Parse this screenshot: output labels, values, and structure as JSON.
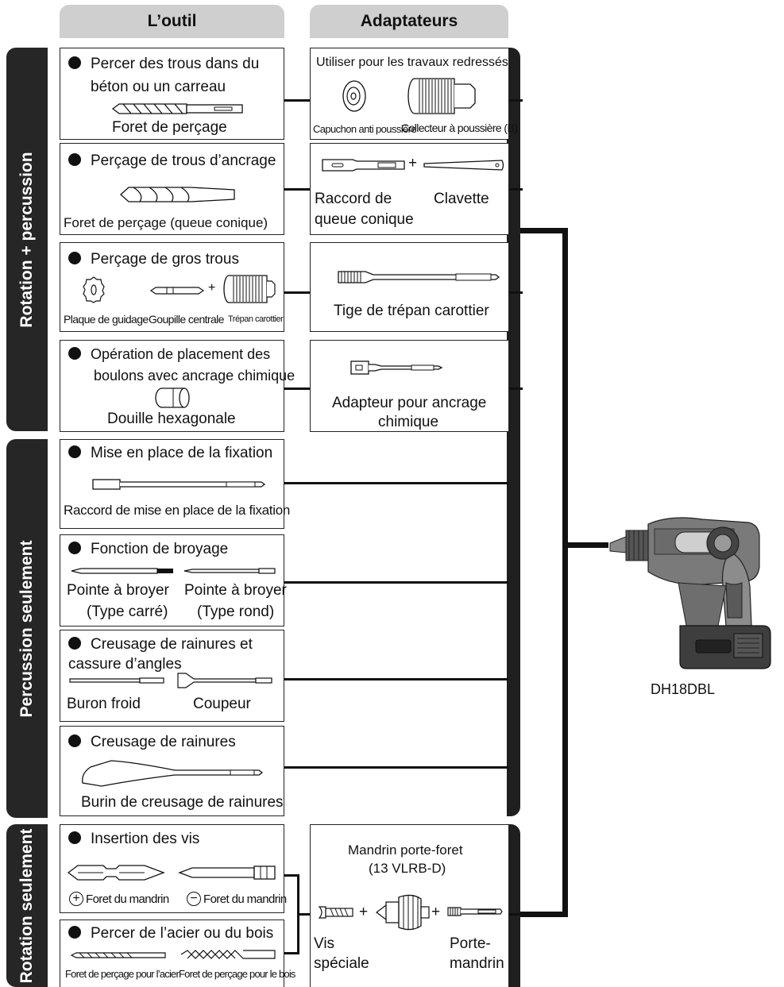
{
  "headers": {
    "tool": "L’outil",
    "adapters": "Adaptateurs"
  },
  "sections": {
    "rotation_percussion": "Rotation + percussion",
    "percussion_only": "Percussion seulement",
    "rotation_only": "Rotation seulement"
  },
  "rows": {
    "r1": {
      "line1": "Percer des trous dans du",
      "line2": "béton ou un carreau",
      "tool": "Foret de perçage",
      "adapter_title": "Utiliser pour les travaux redressés",
      "cap": "Capuchon anti poussière",
      "collector": "Collecteur à poussière (B)"
    },
    "r2": {
      "title": "Perçage de trous d’ancrage",
      "tool": "Foret de perçage (queue conique)",
      "adapter_a1": "Raccord de",
      "adapter_a2": "queue conique",
      "adapter_b": "Clavette",
      "plus": "+"
    },
    "r3": {
      "title": "Perçage de gros trous",
      "plate": "Plaque de guidage",
      "pin": "Goupille centrale",
      "core": "Trépan carottier",
      "plus": "+",
      "adapter": "Tige de trépan carottier"
    },
    "r4": {
      "line1": "Opération de placement des",
      "line2": "boulons avec ancrage chimique",
      "tool": "Douille hexagonale",
      "adapter1": "Adapteur pour ancrage",
      "adapter2": "chimique"
    },
    "r5": {
      "title": "Mise en place de la fixation",
      "tool": "Raccord de mise en place de la fixation"
    },
    "r6": {
      "title": "Fonction de broyage",
      "p1a": "Pointe à broyer",
      "p1b": "(Type carré)",
      "p2a": "Pointe à broyer",
      "p2b": "(Type rond)"
    },
    "r7": {
      "line1": "Creusage de rainures et",
      "line2": "cassure d’angles",
      "c1": "Buron froid",
      "c2": "Coupeur"
    },
    "r8": {
      "title": "Creusage de rainures",
      "tool": "Burin de creusage de rainures"
    },
    "r9": {
      "title": "Insertion des vis",
      "b1": "Foret du mandrin",
      "b2": "Foret du mandrin",
      "plus_sym": "+",
      "minus_sym": "−"
    },
    "r10": {
      "title": "Percer de l’acier ou du bois",
      "steel": "Foret de perçage pour l’acier",
      "wood": "Foret de perçage pour le bois"
    },
    "chuck": {
      "t1": "Mandrin porte-foret",
      "t2": "(13 VLRB-D)",
      "plus": "+",
      "vis1": "Vis",
      "vis2": "spéciale",
      "porte1": "Porte-",
      "porte2": "mandrin"
    }
  },
  "model": "DH18DBL"
}
